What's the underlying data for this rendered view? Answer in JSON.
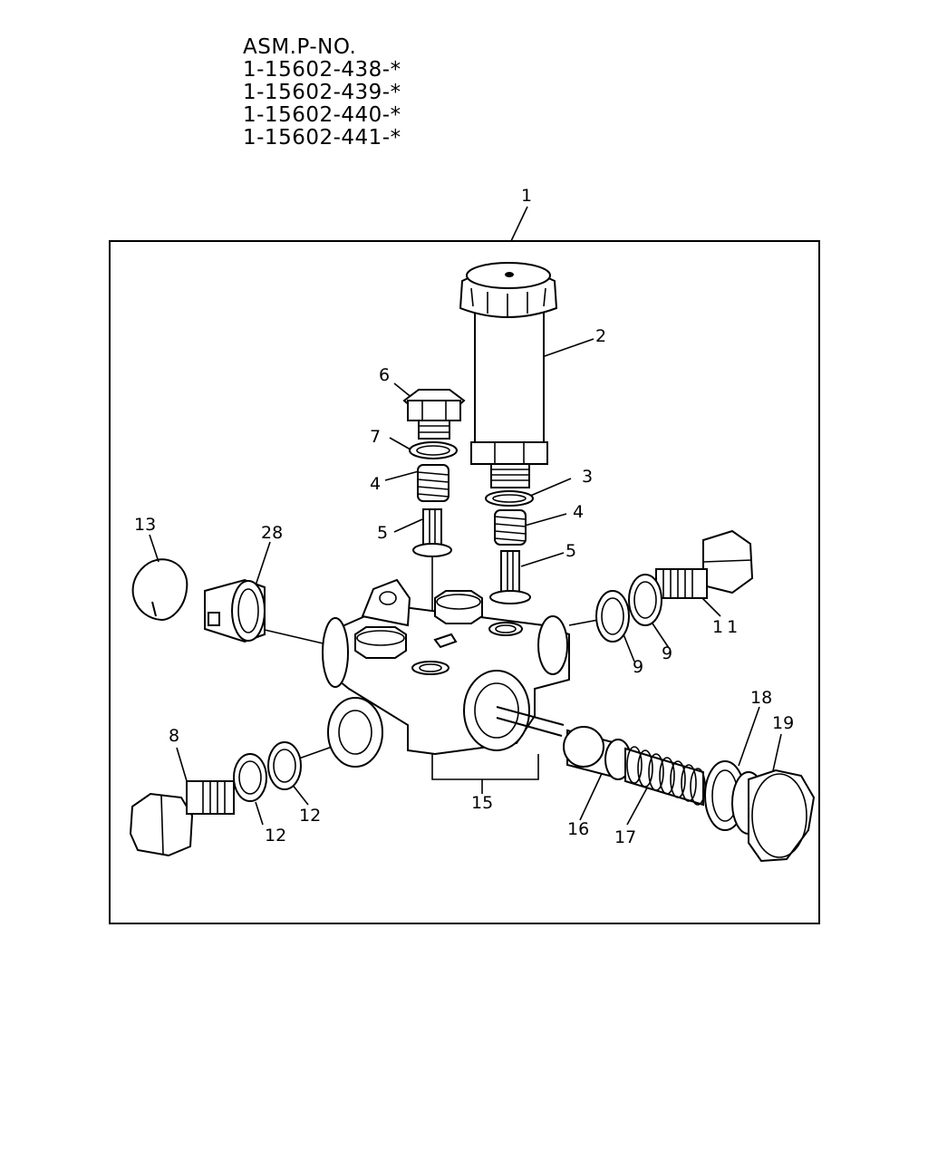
{
  "header": {
    "title": "ASM.P-NO.",
    "part_numbers": [
      "1-15602-438-*",
      "1-15602-439-*",
      "1-15602-440-*",
      "1-15602-441-*"
    ]
  },
  "callouts": {
    "c1": "1",
    "c2": "2",
    "c3": "3",
    "c4a": "4",
    "c4b": "4",
    "c5a": "5",
    "c5b": "5",
    "c6": "6",
    "c7": "7",
    "c8": "8",
    "c9a": "9",
    "c9b": "9",
    "c11": "11",
    "c12a": "12",
    "c12b": "12",
    "c13": "13",
    "c15": "15",
    "c16": "16",
    "c17": "17",
    "c18": "18",
    "c19": "19",
    "c28": "28"
  }
}
